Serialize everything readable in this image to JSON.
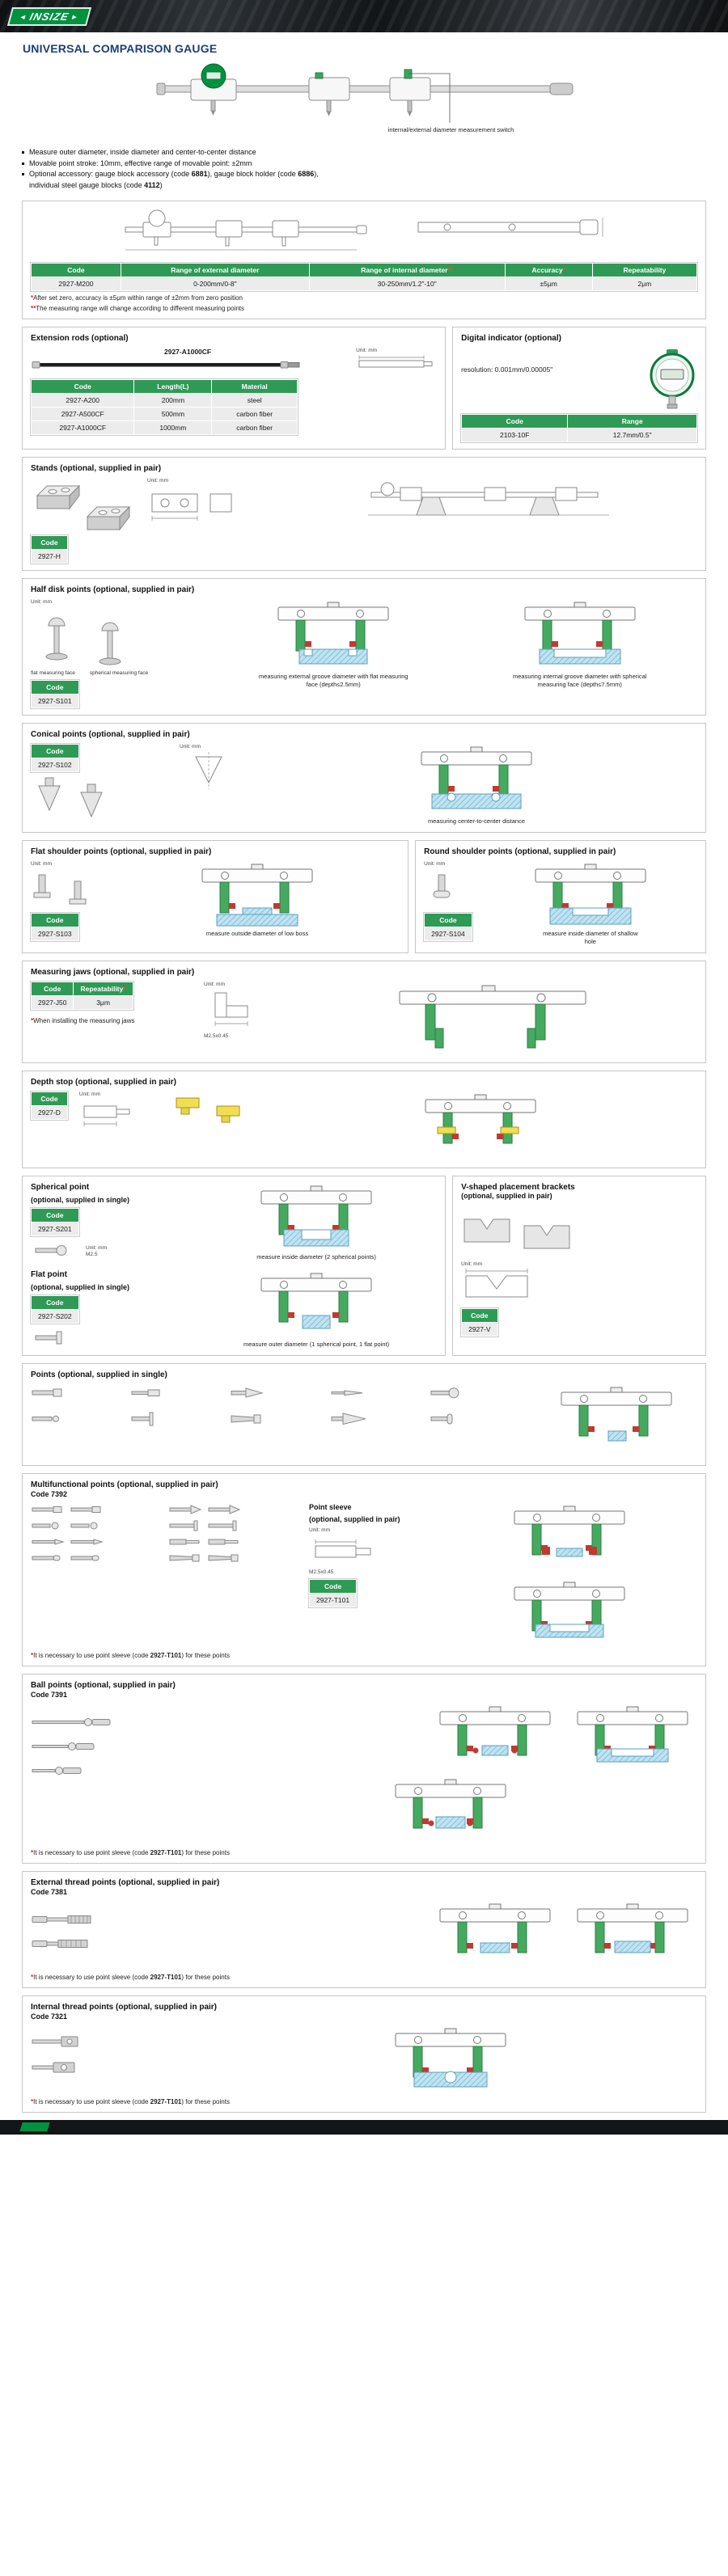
{
  "banner": {
    "logo": "INSIZE"
  },
  "page": {
    "title": "UNIVERSAL COMPARISON GAUGE"
  },
  "labels": {
    "code": "Code",
    "unit": "Unit: mm"
  },
  "colors": {
    "brand_green": "#00923f",
    "table_green": "#2f9a56",
    "note_red": "#e8231a"
  },
  "hero": {
    "callout": "internal/external diameter measurement switch"
  },
  "features": {
    "f1": "Measure outer diameter, inside diameter and center-to-center distance",
    "f2": "Movable point stroke: 10mm, effective range of movable point: ±2mm",
    "f3_seg1": "Optional accessory: gauge block accessory (code ",
    "f3_code1": "6881",
    "f3_seg2": "), gauge block holder (code ",
    "f3_code2": "6886",
    "f3_seg3": "),",
    "f3_seg4": "individual steel gauge blocks (code ",
    "f3_code3": "4112",
    "f3_seg5": ")"
  },
  "spec": {
    "h_code": "Code",
    "h_ext": "Range of external diameter",
    "h_int": "Range of internal diameter",
    "h_int_mark": "**",
    "h_acc": "Accuracy",
    "h_acc_mark": "*",
    "h_rep": "Repeatability",
    "row": [
      "2927-M200",
      "0-200mm/0-8\"",
      "30-250mm/1.2\"-10\"",
      "±5μm",
      "2μm"
    ],
    "note1_mark": "*",
    "note1": "After set zero, accuracy is ±5μm within range of ±2mm from zero position",
    "note2_mark": "**",
    "note2": "The measuring range will change according to different measuring points"
  },
  "extension_rods": {
    "title": "Extension rods (optional)",
    "image_label": "2927-A1000CF",
    "h": [
      "Code",
      "Length(L)",
      "Material"
    ],
    "rows": [
      [
        "2927-A200",
        "200mm",
        "steel"
      ],
      [
        "2927-A500CF",
        "500mm",
        "carbon fiber"
      ],
      [
        "2927-A1000CF",
        "1000mm",
        "carbon fiber"
      ]
    ]
  },
  "digital_indicator": {
    "title": "Digital indicator (optional)",
    "resolution": "resolution: 0.001mm/0.00005\"",
    "h": [
      "Code",
      "Range"
    ],
    "row": [
      "2103-10F",
      "12.7mm/0.5\""
    ]
  },
  "stands": {
    "title": "Stands (optional, supplied in pair)",
    "code": "2927-H"
  },
  "half_disk": {
    "title": "Half disk points (optional, supplied in pair)",
    "code": "2927-S101",
    "flat_label": "flat measuring face",
    "spherical_label": "spherical measuring face",
    "caption_left": "measuring external groove diameter with flat measuring face (depth≤2.5mm)",
    "caption_right": "measuring internal groove diameter with spherical measuring face (depth≤7.5mm)"
  },
  "conical": {
    "title": "Conical points (optional, supplied in pair)",
    "code": "2927-S102",
    "caption": "measuring center-to-center distance"
  },
  "flat_shoulder": {
    "title": "Flat shoulder points (optional, supplied in pair)",
    "code": "2927-S103",
    "caption": "measure outside diameter of low boss"
  },
  "round_shoulder": {
    "title": "Round shoulder points (optional, supplied in pair)",
    "code": "2927-S104",
    "caption": "measure inside diameter of shallow hole"
  },
  "measuring_jaws": {
    "title": "Measuring jaws (optional, supplied in pair)",
    "h_rep": "Repeatability",
    "h_rep_mark": "*",
    "row": [
      "2927-J50",
      "3μm"
    ],
    "note_mark": "*",
    "note": "When installing the measuring jaws",
    "thread": "M2.5x0.45"
  },
  "depth_stop": {
    "title": "Depth stop (optional, supplied in pair)",
    "code": "2927-D"
  },
  "spherical_point": {
    "title": "Spherical point",
    "subtitle": "(optional, supplied in single)",
    "code": "2927-S201",
    "dim": "M2.5",
    "caption": "measure inside diameter (2 spherical points)"
  },
  "flat_point": {
    "title": "Flat point",
    "subtitle": "(optional, supplied in single)",
    "code": "2927-S202",
    "caption": "measure outer diameter (1 spherical point, 1 flat point)"
  },
  "v_brackets": {
    "title": "V-shaped placement brackets",
    "subtitle": "(optional, supplied in pair)",
    "code": "2927-V"
  },
  "points": {
    "title": "Points (optional, supplied in single)"
  },
  "multifunctional": {
    "title": "Multifunctional points (optional, supplied in pair)",
    "code_line": "Code 7392",
    "sleeve_title": "Point sleeve",
    "sleeve_subtitle": "(optional, supplied in pair)",
    "sleeve_code": "2927-T101",
    "sleeve_thread": "M2.5x0.45"
  },
  "ball_points": {
    "title": "Ball points (optional, supplied in pair)",
    "code_line": "Code 7391"
  },
  "ext_thread": {
    "title": "External thread points (optional, supplied in pair)",
    "code_line": "Code 7381"
  },
  "int_thread": {
    "title": "Internal thread points (optional, supplied in pair)",
    "code_line": "Code 7321"
  },
  "sleeve_note": {
    "mark": "*",
    "pre": "It is necessary to use point sleeve (code ",
    "code": "2927-T101",
    "post": ") for these points"
  }
}
